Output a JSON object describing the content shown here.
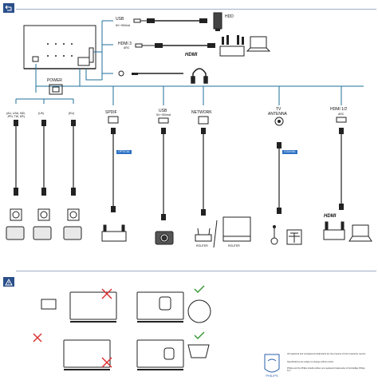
{
  "sections": {
    "connection": {
      "badge_icon": "back-arrow-icon",
      "color": "#2a4f8a"
    },
    "care": {
      "badge_icon": "warning-icon",
      "color": "#2a4f8a"
    }
  },
  "ports": {
    "usb": "USB",
    "usb_spec": "5V⎓900mA",
    "hdmi3": "HDMI 3",
    "hdmi3_sub": "ARC",
    "hdd": "HDD",
    "power": "POWER"
  },
  "power_plugs": [
    {
      "label": "(AU, USA, IND, JPN, TW, KR)"
    },
    {
      "label": "(UK)"
    },
    {
      "label": "(EU)"
    }
  ],
  "lower_ports": [
    {
      "label": "SPDIF",
      "tag": "OPTICAL"
    },
    {
      "label": "USB",
      "sub": "5V⎓900mA"
    },
    {
      "label": "NETWORK",
      "devices": [
        "ROUTER",
        "ROUTER"
      ]
    },
    {
      "label": "TV",
      "sub": "ANTENNA",
      "tag": "COAXIAL"
    },
    {
      "label": "HDMI 1/2",
      "sub": "ARC"
    }
  ],
  "logos": {
    "hdmi": "HDMI",
    "philips": "PHILIPS"
  },
  "fine_print": [
    "All registered and unregistered trademarks are the property of their respective owners.",
    "Specifications are subject to change without notice.",
    "Philips and the Philips shield emblem are registered trademarks of Koninklijke Philips N.V."
  ],
  "colors": {
    "accent": "#2a6fc4",
    "line": "#1f6f9a",
    "badge": "#2a4f8a"
  }
}
